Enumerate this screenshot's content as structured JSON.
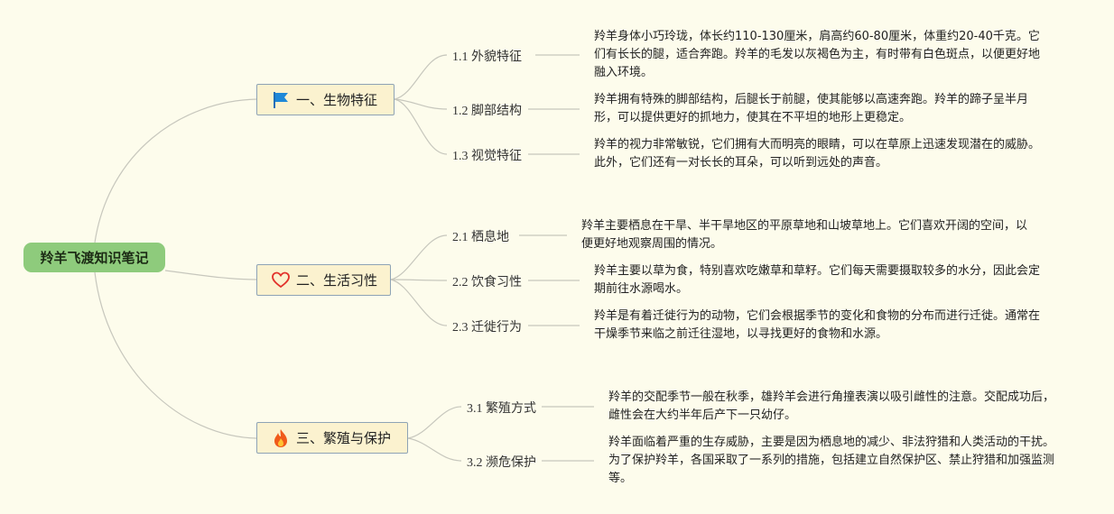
{
  "root": {
    "label": "羚羊飞渡知识笔记"
  },
  "colors": {
    "background": "#fdfcec",
    "root_fill": "#8ecb7c",
    "branch_fill": "#fbf2cf",
    "branch_border": "#8ea3b5",
    "connector": "#c7c7bd"
  },
  "branches": [
    {
      "label": "一、生物特征",
      "icon": "blue-flag-icon",
      "children": [
        {
          "label": "1.1 外貌特征",
          "text": "羚羊身体小巧玲珑，体长约110-130厘米，肩高约60-80厘米，体重约20-40千克。它们有长长的腿，适合奔跑。羚羊的毛发以灰褐色为主，有时带有白色斑点，以便更好地融入环境。"
        },
        {
          "label": "1.2 脚部结构",
          "text": "羚羊拥有特殊的脚部结构，后腿长于前腿，使其能够以高速奔跑。羚羊的蹄子呈半月形，可以提供更好的抓地力，使其在不平坦的地形上更稳定。"
        },
        {
          "label": "1.3 视觉特征",
          "text": "羚羊的视力非常敏锐，它们拥有大而明亮的眼睛，可以在草原上迅速发现潜在的威胁。此外，它们还有一对长长的耳朵，可以听到远处的声音。"
        }
      ]
    },
    {
      "label": "二、生活习性",
      "icon": "red-heart-outline-icon",
      "children": [
        {
          "label": "2.1 栖息地",
          "text": "羚羊主要栖息在干旱、半干旱地区的平原草地和山坡草地上。它们喜欢开阔的空间，以便更好地观察周围的情况。"
        },
        {
          "label": "2.2 饮食习性",
          "text": "羚羊主要以草为食，特别喜欢吃嫩草和草籽。它们每天需要摄取较多的水分，因此会定期前往水源喝水。"
        },
        {
          "label": "2.3 迁徙行为",
          "text": "羚羊是有着迁徙行为的动物，它们会根据季节的变化和食物的分布而进行迁徙。通常在干燥季节来临之前迁往湿地，以寻找更好的食物和水源。"
        }
      ]
    },
    {
      "label": "三、繁殖与保护",
      "icon": "fire-icon",
      "children": [
        {
          "label": "3.1 繁殖方式",
          "text": "羚羊的交配季节一般在秋季，雄羚羊会进行角撞表演以吸引雌性的注意。交配成功后，雌性会在大约半年后产下一只幼仔。"
        },
        {
          "label": "3.2 濒危保护",
          "text": "羚羊面临着严重的生存威胁，主要是因为栖息地的减少、非法狩猎和人类活动的干扰。为了保护羚羊，各国采取了一系列的措施，包括建立自然保护区、禁止狩猎和加强监测等。"
        }
      ]
    }
  ]
}
